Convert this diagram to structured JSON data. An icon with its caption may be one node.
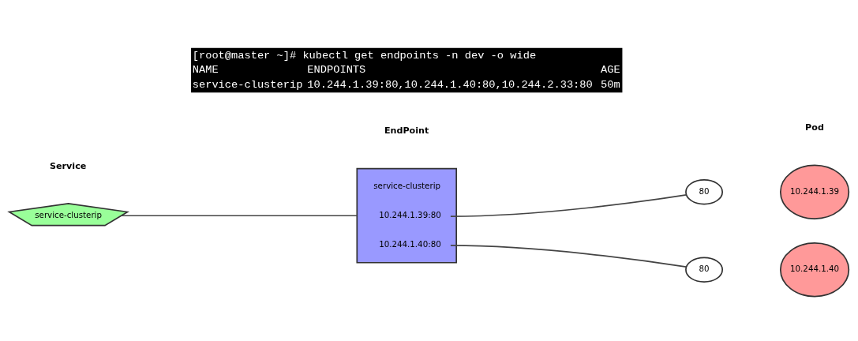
{
  "diagram": {
    "nodes": [
      {
        "text": [
          "service-clusterip"
        ]
      },
      {
        "text": [
          "service-clusterip",
          "10.244.1.39:80",
          "10.244.1.40:80"
        ]
      },
      {
        "text": [
          "80"
        ]
      },
      {
        "text": [
          "10.244.1.39"
        ]
      },
      {
        "text": [
          "80"
        ]
      },
      {
        "text": [
          "10.244.1.40"
        ]
      }
    ],
    "edges": [
      {
        "from": 0,
        "to": 1,
        "arrow": "none"
      },
      {
        "from": 1,
        "to": 2,
        "arrow": "none"
      },
      {
        "from": 1,
        "to": 4,
        "arrow": "none"
      }
    ],
    "labels": [
      "Service",
      "EndPoint",
      "Pod",
      "[root@master ~]# kubectl get endpoints -n dev -o wide",
      "NAME",
      "ENDPOINTS",
      "AGE",
      "service-clusterip",
      "10.244.1.39:80,10.244.1.40:80,10.244.2.33:80",
      "50m"
    ]
  }
}
